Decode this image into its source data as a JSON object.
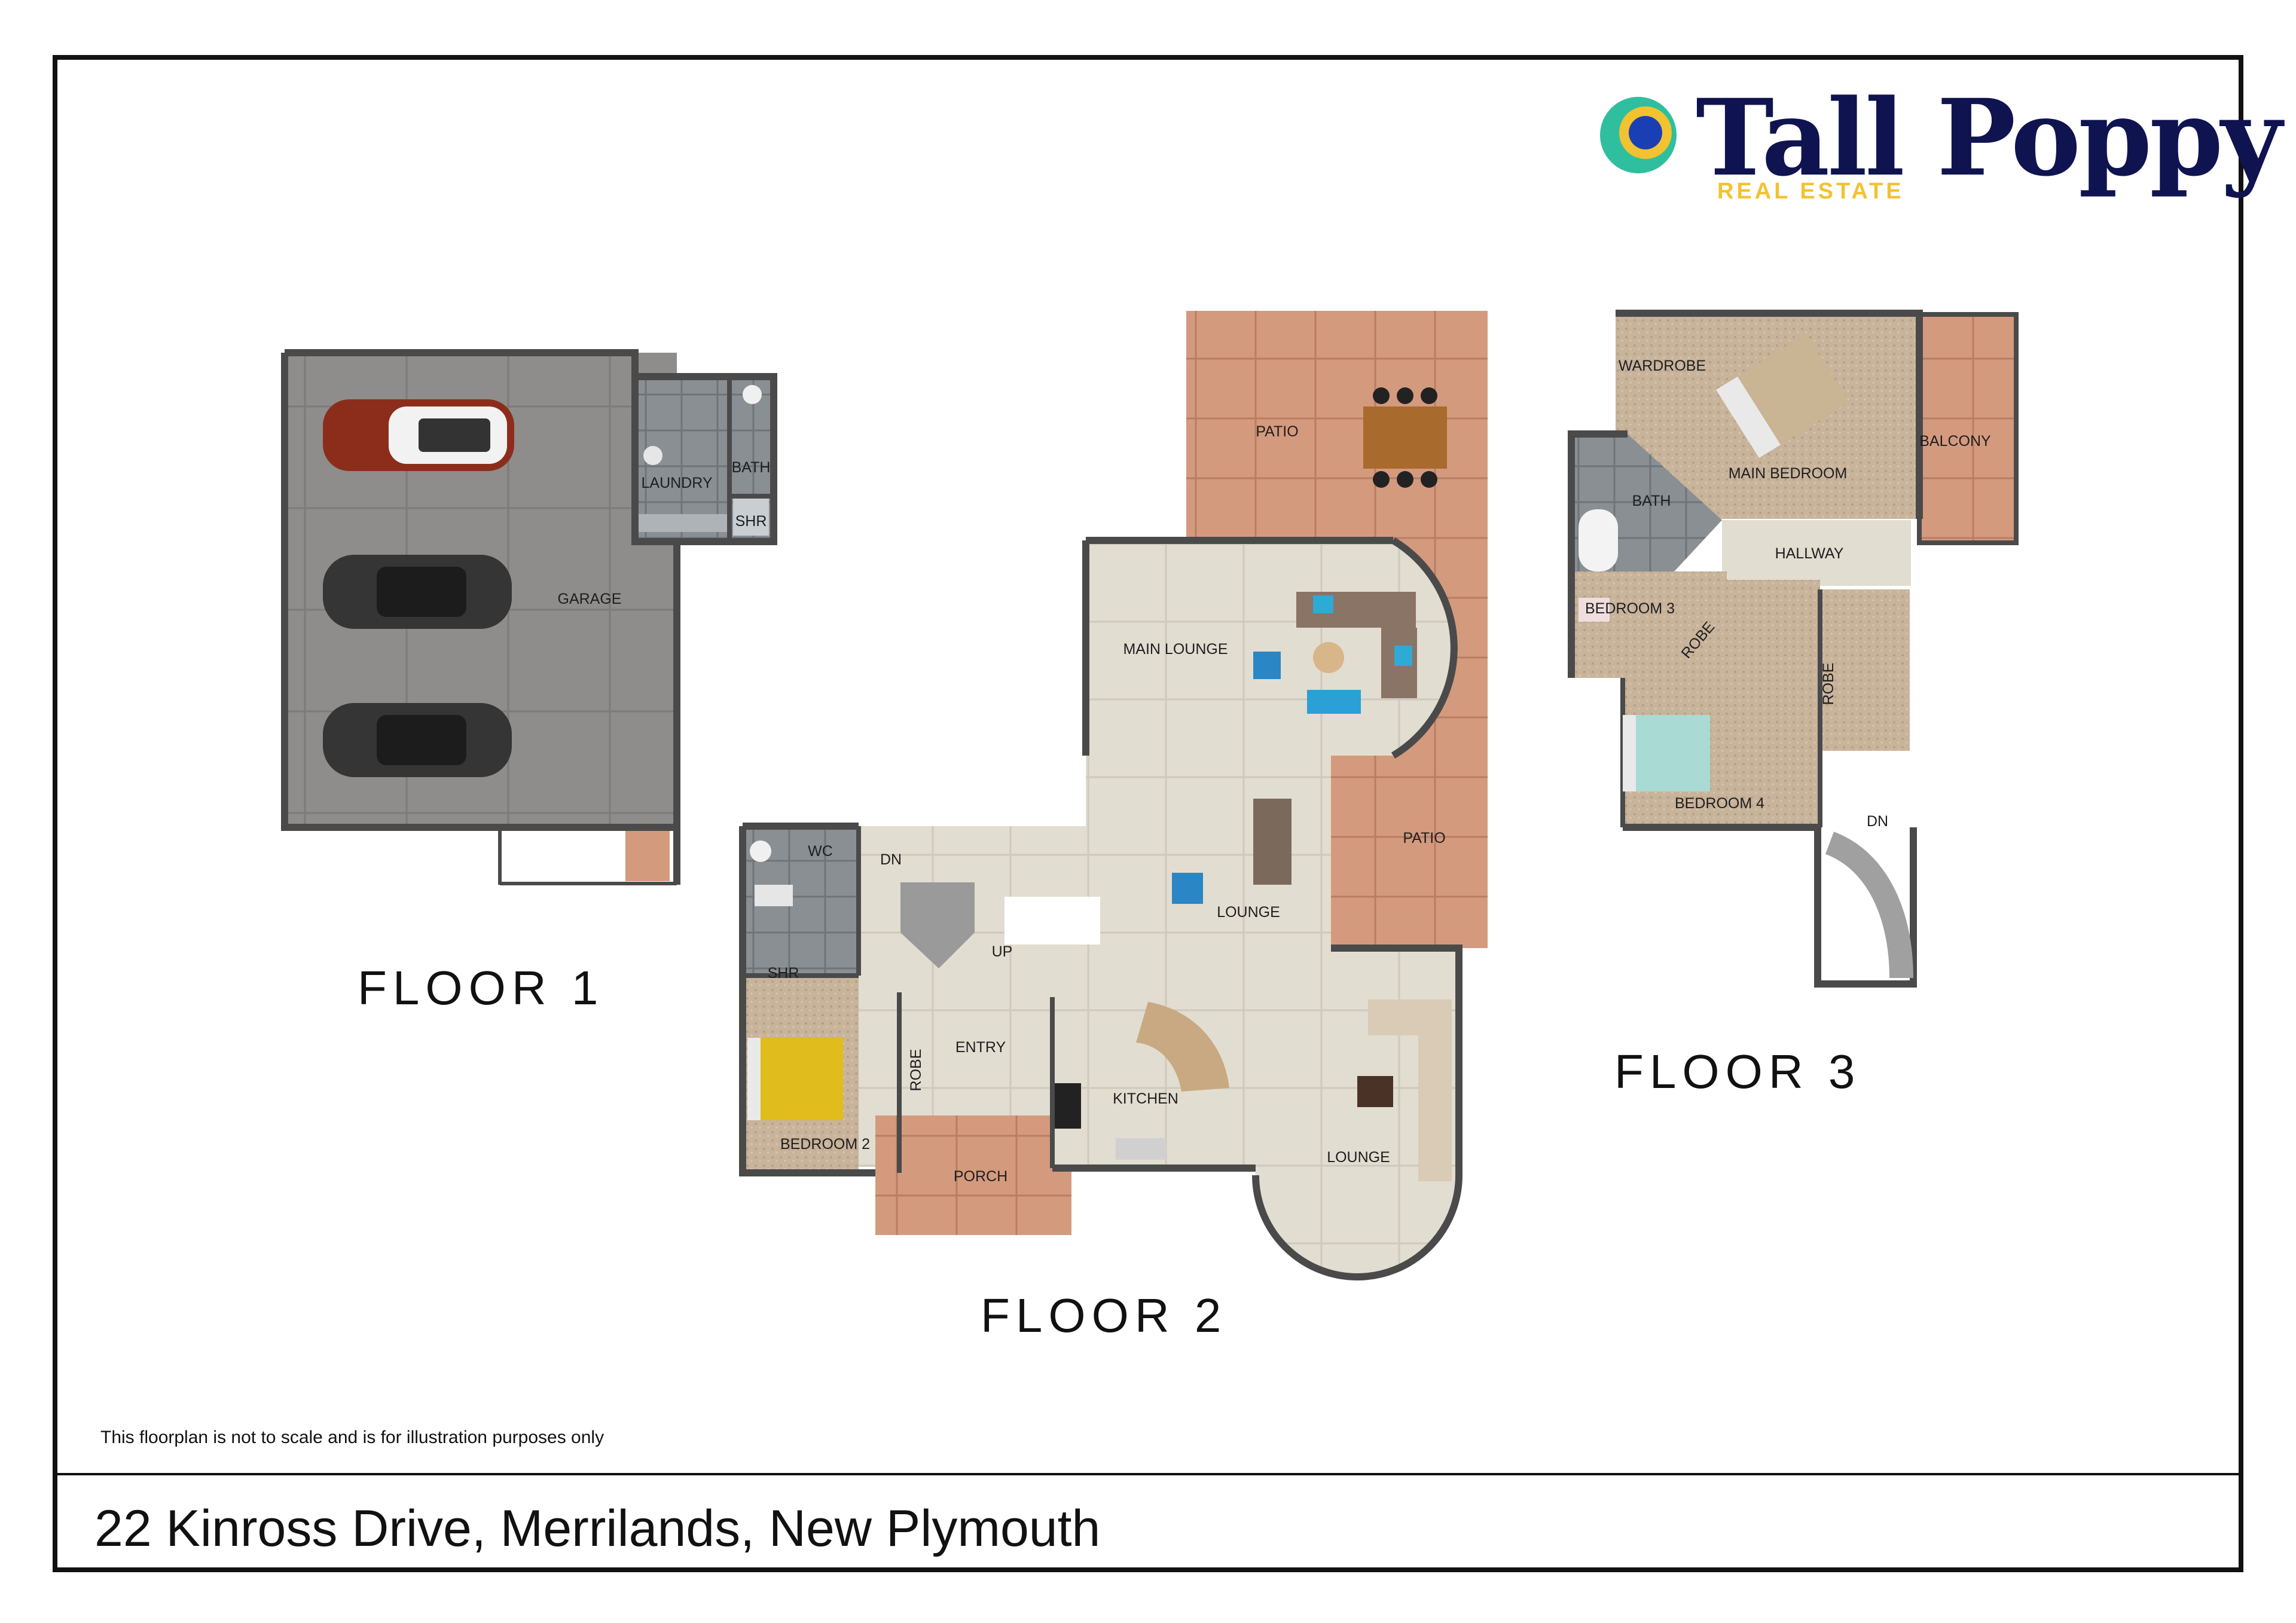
{
  "brand": {
    "name": "Tall Poppy",
    "subtitle": "REAL ESTATE",
    "colors": {
      "name": "#0f1450",
      "subtitle": "#f2c230",
      "logo_outer": "#2fbf9e",
      "logo_ring": "#f2c230",
      "logo_inner": "#1a3fb5"
    }
  },
  "floors": {
    "floor1": {
      "title": "FLOOR 1",
      "rooms": {
        "garage": "GARAGE",
        "laundry": "LAUNDRY",
        "bath": "BATH",
        "shr": "SHR"
      }
    },
    "floor2": {
      "title": "FLOOR 2",
      "rooms": {
        "patio_top": "PATIO",
        "main_lounge": "MAIN LOUNGE",
        "patio_right": "PATIO",
        "lounge_mid": "LOUNGE",
        "wc": "WC",
        "dn": "DN",
        "shr": "SHR",
        "up": "UP",
        "entry": "ENTRY",
        "robe": "ROBE",
        "bedroom2": "BEDROOM 2",
        "porch": "PORCH",
        "kitchen": "KITCHEN",
        "lounge_bottom": "LOUNGE"
      }
    },
    "floor3": {
      "title": "FLOOR 3",
      "rooms": {
        "wardrobe": "WARDROBE",
        "main_bedroom": "MAIN BEDROOM",
        "balcony": "BALCONY",
        "bath": "BATH",
        "hallway": "HALLWAY",
        "bedroom3": "BEDROOM 3",
        "robe_diag": "ROBE",
        "robe_vert": "ROBE",
        "bedroom4": "BEDROOM 4",
        "dn": "DN"
      }
    }
  },
  "footer": {
    "disclaimer": "This floorplan is not to scale and is for illustration purposes only",
    "address": "22 Kinross Drive, Merrilands, New Plymouth"
  }
}
